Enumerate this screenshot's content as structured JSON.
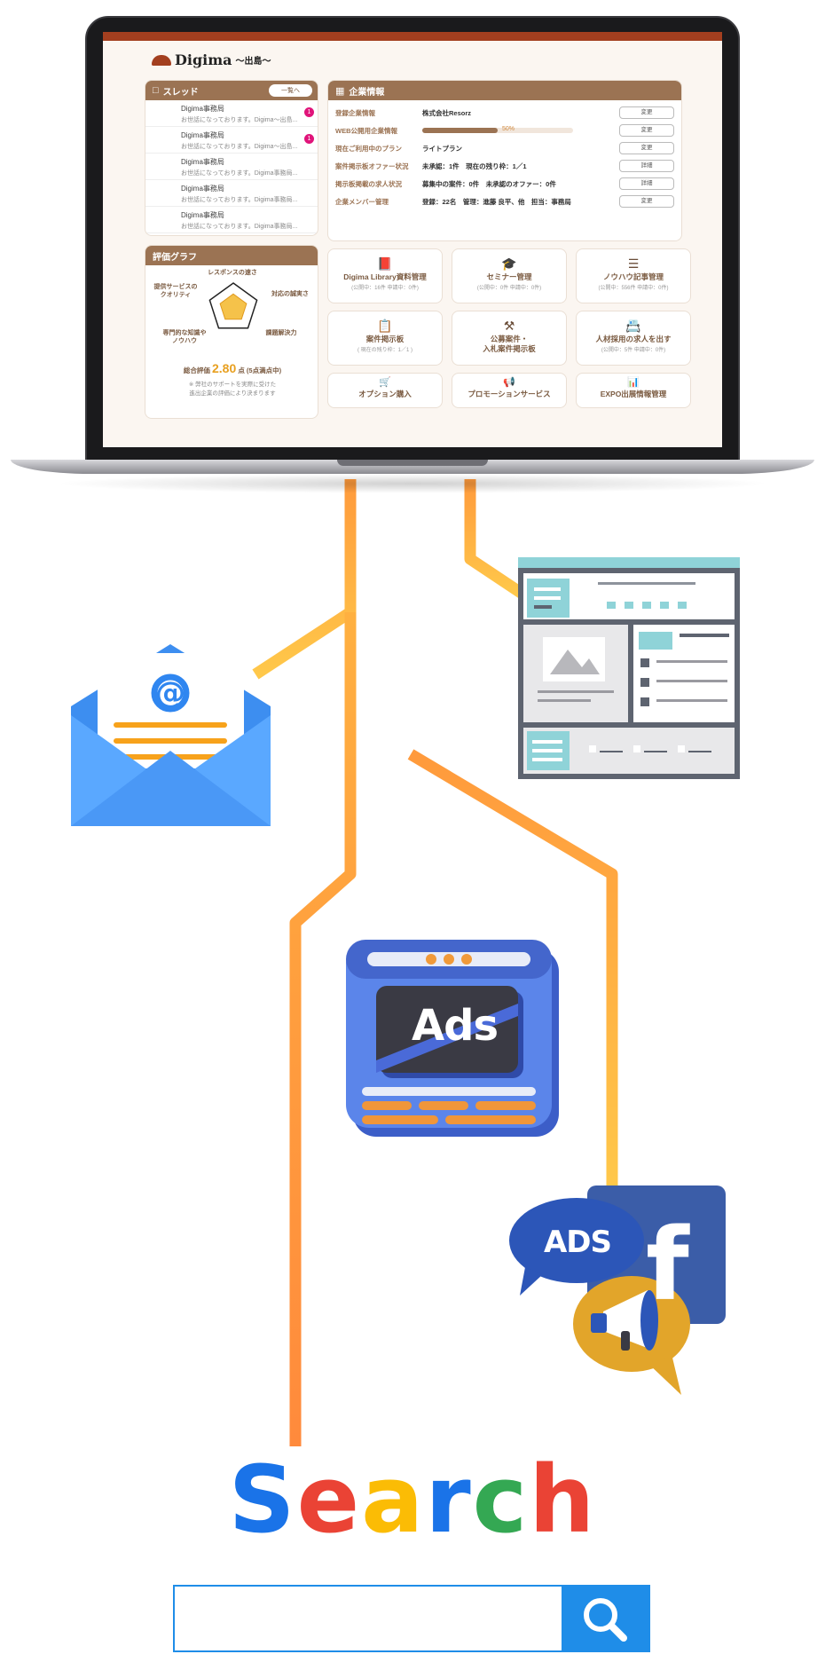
{
  "app": {
    "logo_text": "Digima",
    "logo_sub": "〜出島〜"
  },
  "threads": {
    "title": "スレッド",
    "view_all": "一覧へ",
    "items": [
      {
        "sender": "Digima事務局",
        "message": "お世話になっております。Digima〜出島...",
        "badge": "1"
      },
      {
        "sender": "Digima事務局",
        "message": "お世話になっております。Digima〜出島...",
        "badge": "1"
      },
      {
        "sender": "Digima事務局",
        "message": "お世話になっております。Digima事務局...",
        "badge": ""
      },
      {
        "sender": "Digima事務局",
        "message": "お世話になっております。Digima事務局...",
        "badge": ""
      },
      {
        "sender": "Digima事務局",
        "message": "お世話になっております。Digima事務局...",
        "badge": ""
      }
    ]
  },
  "company": {
    "title": "企業情報",
    "rows": [
      {
        "label": "登録企業情報",
        "value": "株式会社Resorz",
        "button": "変更"
      },
      {
        "label": "WEB公開用企業情報",
        "value": "50%",
        "progress": 0.5,
        "button": "変更"
      },
      {
        "label": "現在ご利用中のプラン",
        "value": "ライトプラン",
        "button": "変更"
      },
      {
        "label": "案件掲示板オファー状況",
        "value": "未承認：1件　現在の残り枠：1／1",
        "button": "詳細"
      },
      {
        "label": "掲示板掲載の求人状況",
        "value": "募集中の案件：0件　未承認のオファー：0件",
        "button": "詳細"
      },
      {
        "label": "企業メンバー管理",
        "value": "登録：22名　管理：進藤 良平、他　担当：事務局",
        "button": "変更"
      }
    ]
  },
  "graph": {
    "title": "評価グラフ",
    "labels": {
      "top": "レスポンスの速さ",
      "right": "対応の誠実さ",
      "bottom_right": "課題解決力",
      "bottom_left": "専門的な知識や\nノウハウ",
      "left": "提供サービスの\nクオリティ"
    },
    "total_label": "総合評価",
    "total_value": "2.80",
    "total_unit": "点",
    "total_scale": "(5点満点中)",
    "note_line1": "※ 弊社のサポートを実際に受けた",
    "note_line2": "進出企業の評価により決まります",
    "scores": [
      2.8,
      2.8,
      2.8,
      2.8,
      2.8
    ],
    "max_score": 5
  },
  "menu": [
    {
      "title": "Digima Library資料管理",
      "sub": "(公開中：16件 申請中：0件)",
      "icon": "book-icon"
    },
    {
      "title": "セミナー管理",
      "sub": "(公開中：0件 申請中：0件)",
      "icon": "graduation-cap-icon"
    },
    {
      "title": "ノウハウ記事管理",
      "sub": "(公開中：556件 申請中：0件)",
      "icon": "article-icon"
    },
    {
      "title": "案件掲示板",
      "sub": "( 現在の残り枠：1／1 )",
      "icon": "clipboard-icon"
    },
    {
      "title": "公募案件・\n入札案件掲示板",
      "sub": "",
      "icon": "gavel-icon"
    },
    {
      "title": "人材採用の求人を出す",
      "sub": "(公開中：5件 申請中：0件)",
      "icon": "id-card-icon"
    },
    {
      "title": "オプション購入",
      "sub": "",
      "icon": "cart-icon"
    },
    {
      "title": "プロモーションサービス",
      "sub": "",
      "icon": "megaphone-icon"
    },
    {
      "title": "EXPO出展情報管理",
      "sub": "",
      "icon": "presentation-icon"
    }
  ],
  "ads": {
    "label": "Ads"
  },
  "fb_ads": {
    "label": "ADS",
    "brand_letter": "f"
  },
  "search": {
    "letters": [
      {
        "ch": "S",
        "color": "#1a73e8"
      },
      {
        "ch": "e",
        "color": "#ea4335"
      },
      {
        "ch": "a",
        "color": "#fbbc05"
      },
      {
        "ch": "r",
        "color": "#1a73e8"
      },
      {
        "ch": "c",
        "color": "#34a853"
      },
      {
        "ch": "h",
        "color": "#ea4335"
      }
    ],
    "button_color": "#1f8de8"
  },
  "colors": {
    "brand_brown": "#9b7353",
    "brand_red": "#a33f1f",
    "line_orange": "#ff9a3c",
    "line_yellow": "#ffd24a"
  }
}
